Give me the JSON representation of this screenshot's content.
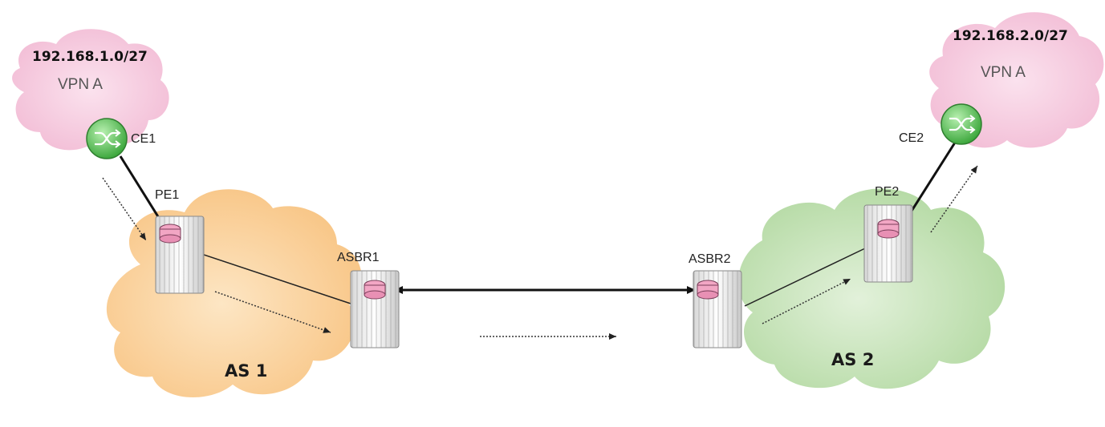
{
  "diagram": {
    "sites": {
      "left": {
        "subnet": "192.168.1.0/27",
        "vpn": "VPN A"
      },
      "right": {
        "subnet": "192.168.2.0/27",
        "vpn": "VPN A"
      }
    },
    "autonomous_systems": {
      "as1": {
        "label": "AS 1",
        "color": "#f9c98a"
      },
      "as2": {
        "label": "AS 2",
        "color": "#bfe0b0"
      }
    },
    "devices": {
      "ce1": "CE1",
      "ce2": "CE2",
      "pe1": "PE1",
      "pe2": "PE2",
      "asbr1": "ASBR1",
      "asbr2": "ASBR2"
    },
    "colors": {
      "vpn_cloud": "#f5c6dc",
      "ce_router": "#5cbf5c",
      "device_pink": "#f2a6c4"
    }
  }
}
